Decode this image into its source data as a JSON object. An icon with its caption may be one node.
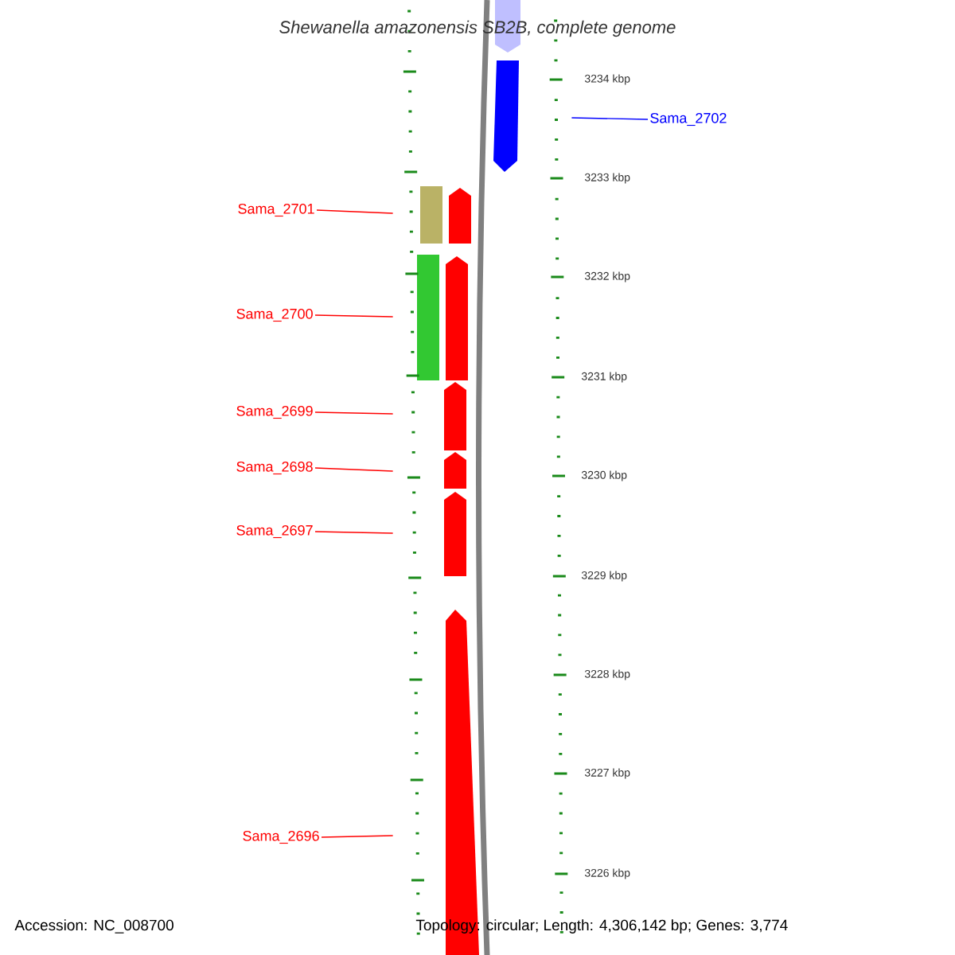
{
  "diagram": {
    "title": "Shewanella amazonensis SB2B, complete genome",
    "nodes": [
      {
        "text": [
          "Sama_2702"
        ]
      },
      {
        "text": [
          "Sama_2701"
        ]
      },
      {
        "text": [
          "Sama_2700"
        ]
      },
      {
        "text": [
          "Sama_2699"
        ]
      },
      {
        "text": [
          "Sama_2698"
        ]
      },
      {
        "text": [
          "Sama_2697"
        ]
      },
      {
        "text": [
          "Sama_2696"
        ]
      },
      {
        "text": [],
        "shape": "picture"
      }
    ],
    "edges": [
      {
        "from": 0,
        "to": 7,
        "arrow": "none",
        "color": "#0000ff"
      },
      {
        "from": 1,
        "to": 7,
        "arrow": "none"
      },
      {
        "from": 2,
        "to": 7,
        "arrow": "none"
      },
      {
        "from": 3,
        "to": 7,
        "arrow": "none"
      },
      {
        "from": 4,
        "to": 7,
        "arrow": "none"
      },
      {
        "from": 5,
        "to": 7,
        "arrow": "none"
      },
      {
        "from": 6,
        "to": 7,
        "arrow": "none"
      }
    ],
    "labels": [
      "3234 kbp",
      "3233 kbp",
      "3232 kbp",
      "3231 kbp",
      "3230 kbp",
      "3229 kbp",
      "3228 kbp",
      "3227 kbp",
      "3226 kbp",
      "Accession: NC_008700",
      "Topology: circular; Length: 4,306,142 bp; Genes: 3,774"
    ]
  }
}
